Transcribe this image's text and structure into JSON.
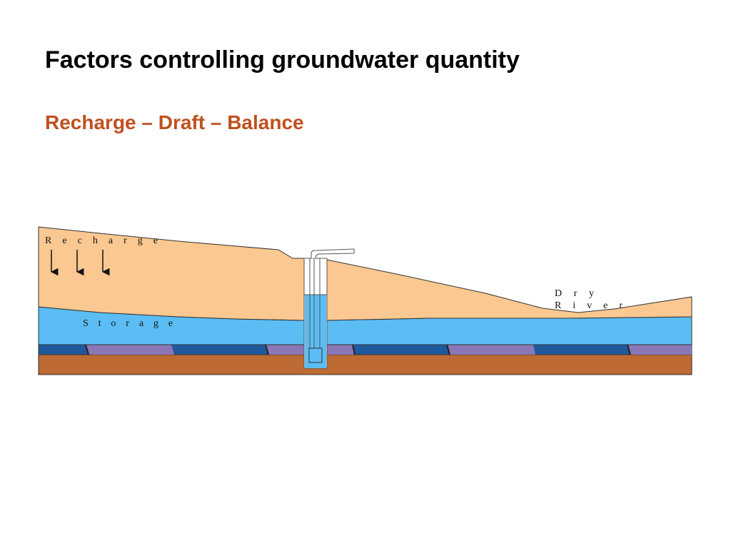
{
  "slide": {
    "title": "Factors controlling groundwater quantity",
    "subtitle": "Recharge – Draft – Balance"
  },
  "diagram": {
    "labels": {
      "recharge": "R e c h a r g e",
      "storage": "S t o r a g e",
      "dry": "D r y",
      "river": "R i v e r"
    },
    "recharge_arrow_count": 3,
    "colors": {
      "soil": "#fac890",
      "groundwater": "#5bbdf4",
      "well_water": "#5bbdf4",
      "confining_dark": "#1f5a9c",
      "confining_purple": "#8b76b6",
      "bedrock": "#bd6a33",
      "subtitle": "#c0501f"
    }
  }
}
